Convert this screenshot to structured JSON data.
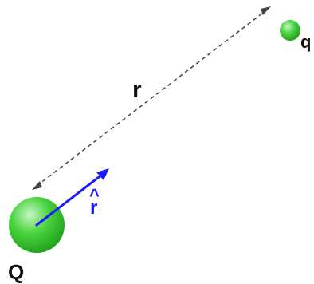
{
  "labels": {
    "distance": "r",
    "unit_vector": "r",
    "unit_vector_hat": "^",
    "source_charge": "Q",
    "test_charge": "q"
  },
  "colors": {
    "sphere_light": "#c8f5c4",
    "sphere_mid": "#49d43f",
    "sphere_dark": "#1c9a18",
    "unit_vector": "#1a1aff",
    "distance_line": "#444444",
    "text": "#111111"
  }
}
